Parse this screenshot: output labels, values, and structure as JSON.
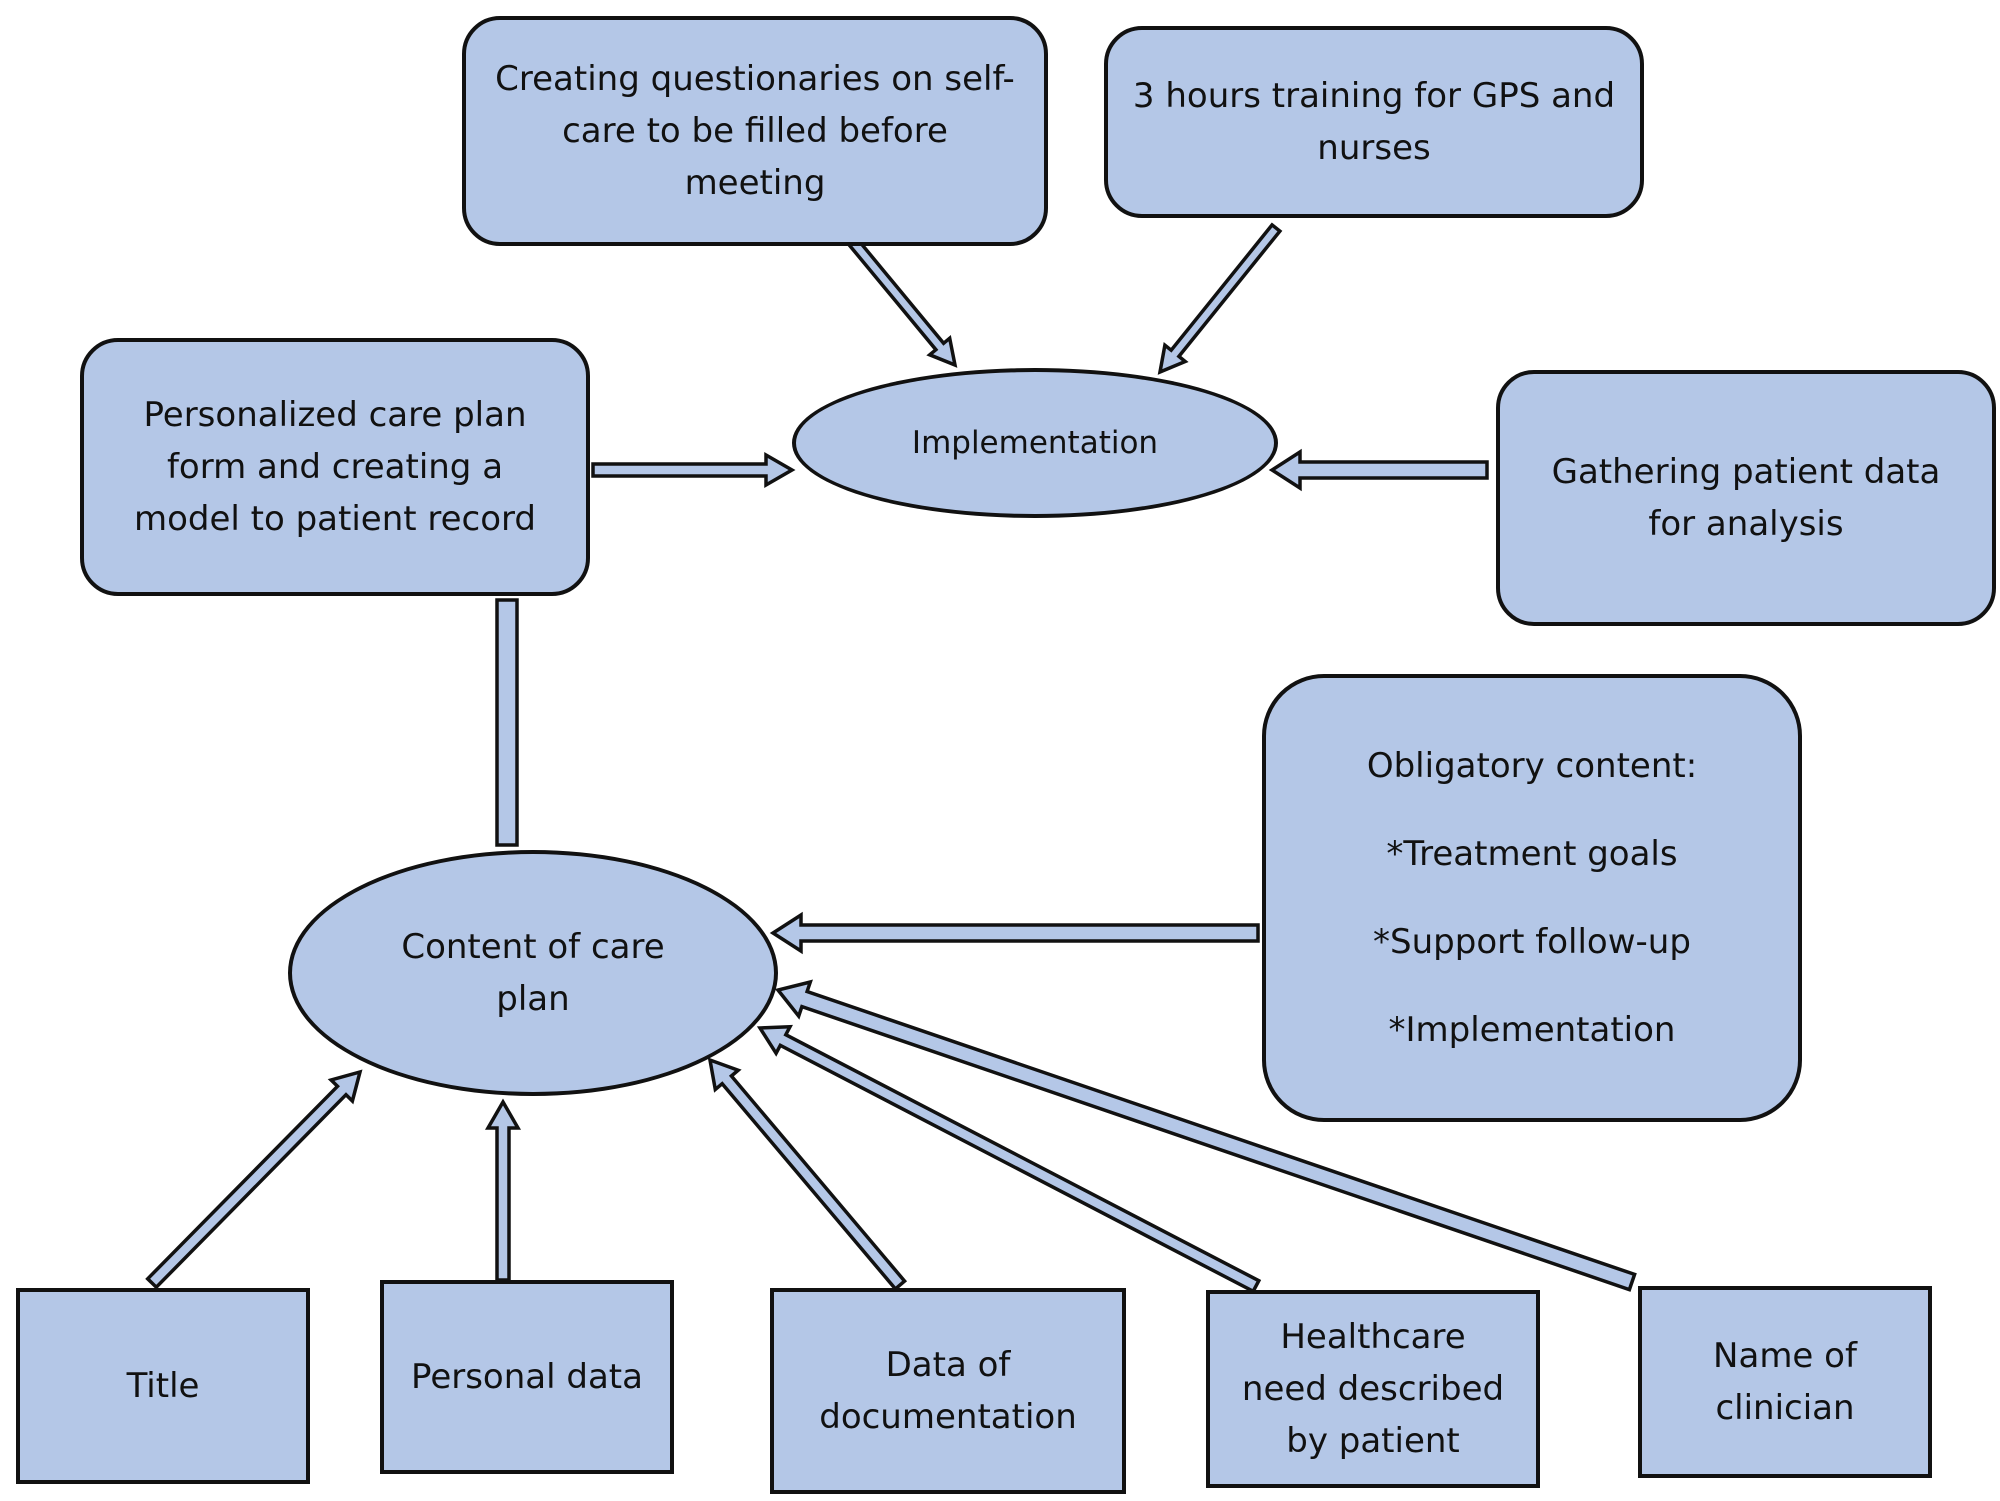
{
  "colors": {
    "fill": "#b4c7e7",
    "stroke": "#111111",
    "background": "#ffffff"
  },
  "nodes": {
    "questionnaire": "Creating questionaries on self-\ncare to be filled before\nmeeting",
    "training": "3 hours training for GPS and\nnurses",
    "personalized_plan": "Personalized care plan\nform and creating a\nmodel to patient record",
    "implementation": "Implementation",
    "gathering_data": "Gathering patient data\nfor analysis",
    "content_of_care_plan": "Content of care\nplan",
    "obligatory_content": {
      "heading": "Obligatory content:",
      "items": [
        "*Treatment goals",
        "*Support follow-up",
        "*Implementation"
      ]
    },
    "title": "Title",
    "personal_data": "Personal data",
    "data_of_documentation": "Data of\ndocumentation",
    "healthcare_need": "Healthcare\nneed described\nby patient",
    "name_of_clinician": "Name of\nclinician"
  },
  "edges": [
    {
      "from": "questionnaire",
      "to": "implementation"
    },
    {
      "from": "training",
      "to": "implementation"
    },
    {
      "from": "personalized_plan",
      "to": "implementation"
    },
    {
      "from": "gathering_data",
      "to": "implementation"
    },
    {
      "from": "content_of_care_plan",
      "to": "personalized_plan"
    },
    {
      "from": "obligatory_content",
      "to": "content_of_care_plan"
    },
    {
      "from": "title",
      "to": "content_of_care_plan"
    },
    {
      "from": "personal_data",
      "to": "content_of_care_plan"
    },
    {
      "from": "data_of_documentation",
      "to": "content_of_care_plan"
    },
    {
      "from": "healthcare_need",
      "to": "content_of_care_plan"
    },
    {
      "from": "name_of_clinician",
      "to": "content_of_care_plan"
    }
  ]
}
